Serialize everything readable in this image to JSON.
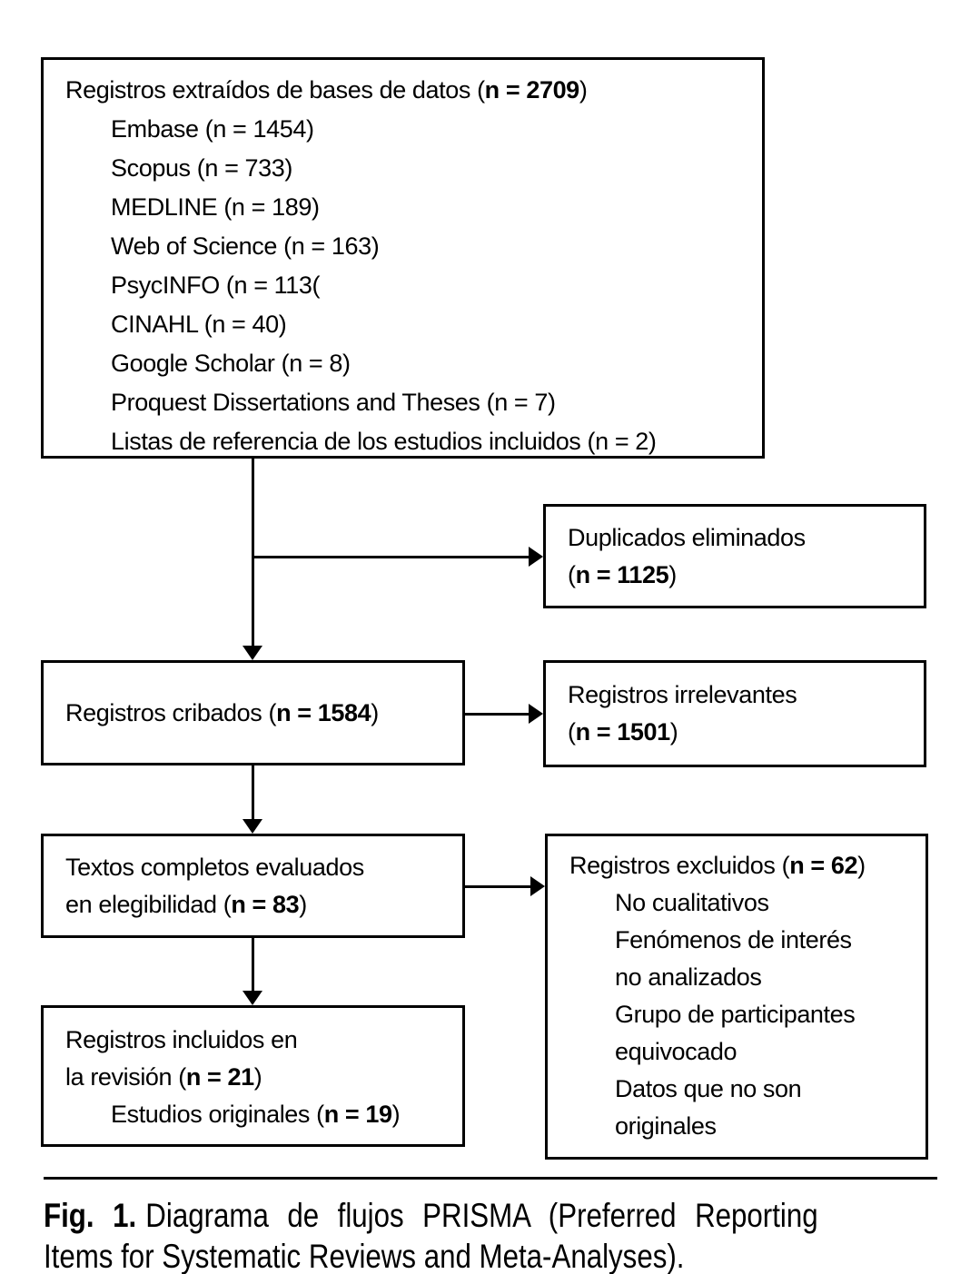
{
  "figure": {
    "kind": "prisma-flow-diagram"
  },
  "colors": {
    "line": "#000000",
    "background": "#ffffff",
    "text": "#000000"
  },
  "boxes": {
    "identification": {
      "title": {
        "pre": "Registros extraídos de bases de datos (",
        "bold": "n = 2709",
        "post": ")"
      },
      "sources": [
        "Embase (n = 1454)",
        "Scopus (n = 733)",
        "MEDLINE (n = 189)",
        "Web of Science (n = 163)",
        "PsycINFO (n = 113(",
        "CINAHL (n = 40)",
        "Google Scholar (n = 8)",
        "Proquest Dissertations and Theses (n = 7)",
        "Listas de referencia de los estudios incluidos (n = 2)"
      ]
    },
    "duplicates_removed": {
      "line1": "Duplicados eliminados",
      "line2": {
        "pre": "(",
        "bold": "n = 1125",
        "post": ")"
      }
    },
    "records_screened": {
      "line1": {
        "pre": "Registros cribados (",
        "bold": "n = 1584",
        "post": ")"
      }
    },
    "records_irrelevant": {
      "line1": "Registros irrelevantes",
      "line2": {
        "pre": "(",
        "bold": "n = 1501",
        "post": ")"
      }
    },
    "fulltext_assessed": {
      "line1": "Textos completos evaluados",
      "line2": {
        "pre": "en elegibilidad (",
        "bold": "n = 83",
        "post": ")"
      }
    },
    "records_excluded": {
      "title": {
        "pre": "Registros excluidos (",
        "bold": "n = 62",
        "post": ")"
      },
      "reasons": [
        "No cualitativos",
        "Fenómenos de interés",
        "no analizados",
        "Grupo de participantes",
        "equivocado",
        "Datos que no son",
        "originales"
      ]
    },
    "records_included": {
      "line1": "Registros incluidos en",
      "line2": {
        "pre": "la revisión (",
        "bold": "n = 21",
        "post": ")"
      },
      "line3": {
        "pre": "Estudios originales (",
        "bold": "n = 19",
        "post": ")"
      }
    }
  },
  "caption": {
    "label": "Fig. 1.",
    "line1": "Diagrama de flujos PRISMA (Preferred Reporting",
    "line2": "Items for Systematic Reviews and Meta-Analyses)."
  }
}
